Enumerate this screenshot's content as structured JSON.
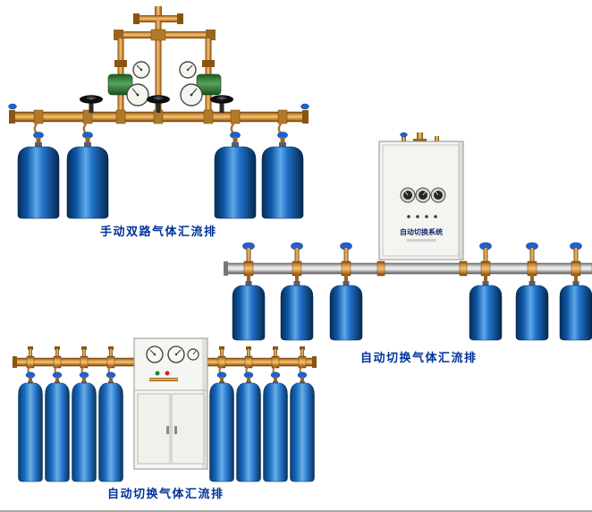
{
  "page": {
    "background": "#ffffff",
    "bottom_rule_color": "#a9a9a9"
  },
  "colors": {
    "caption_text": "#003399",
    "cylinder_blue": "#1668be",
    "cylinder_highlight": "#69aee6",
    "brass_pipe": "#c8872d",
    "aluminum_pipe": "#d9d9d9",
    "regulator_green": "#55a35b",
    "valve_knob_blue": "#2061d2",
    "handwheel_black": "#0d0d0d",
    "cabinet_body": "#f4f4f0"
  },
  "products": [
    {
      "id": "manual-dual-manifold",
      "caption": "手动双路气体汇流排",
      "cylinder_count": 4
    },
    {
      "id": "auto-switch-manifold-wall",
      "caption": "自动切换气体汇流排",
      "cabinet_label": "自动切换系统",
      "cylinder_count": 6
    },
    {
      "id": "auto-switch-manifold-floor",
      "caption": "自动切换气体汇流排",
      "cylinder_count": 8
    }
  ]
}
